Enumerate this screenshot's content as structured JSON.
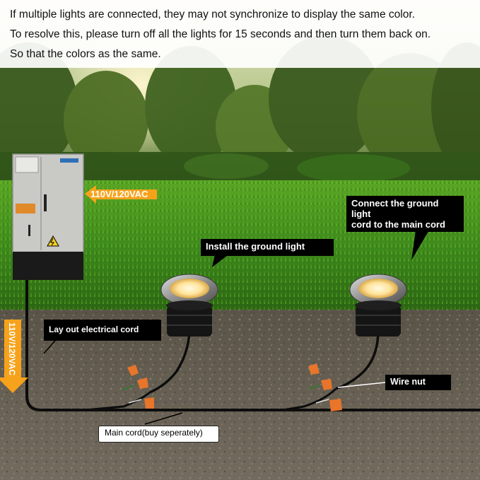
{
  "notes": [
    "If multiple lights are connected, they may not synchronize to display the same color.",
    "To resolve this, please turn off all the lights for 15 seconds and then turn them back on.",
    "So that the colors as the same."
  ],
  "callouts": {
    "connect": [
      "Connect the ground light",
      "cord to the main cord"
    ],
    "install": "Install the ground light",
    "layout": "Lay out electrical cord",
    "wire_nut": "Wire nut",
    "main_cord": "Main cord(buy seperately)"
  },
  "voltage": {
    "horizontal": "110V/120VAC",
    "vertical": "110V/120VAC"
  },
  "colors": {
    "arrow_orange": "#f7a21b",
    "wire_nut_orange": "#e8752a",
    "light_glow": "#ffe9a8",
    "grass": "#3e8a1c",
    "soil": "#6e665a",
    "cabinet": "#c9c9c6"
  },
  "icons": [
    "electric-hazard-icon",
    "wire-nut-icon",
    "ground-light-icon"
  ]
}
